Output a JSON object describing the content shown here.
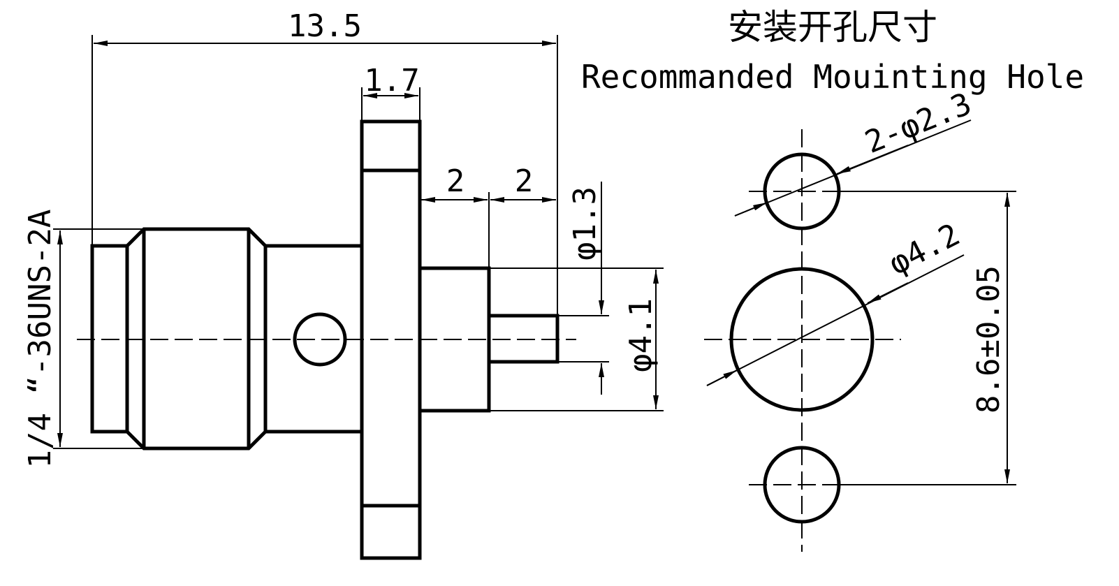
{
  "title": {
    "chinese": "安装开孔尺寸",
    "english": "Recommanded Mouinting Hole"
  },
  "connector_view": {
    "overall_length": "13.5",
    "flange_thickness": "1.7",
    "step_length_1": "2",
    "step_length_2": "2",
    "pin_diameter": "φ1.3",
    "body_diameter": "φ4.1",
    "thread_spec": "1/4 “-36UNS-2A"
  },
  "mounting_hole_view": {
    "small_holes": "2-φ2.3",
    "center_hole": "φ4.2",
    "hole_spacing": "8.6±0.05"
  }
}
